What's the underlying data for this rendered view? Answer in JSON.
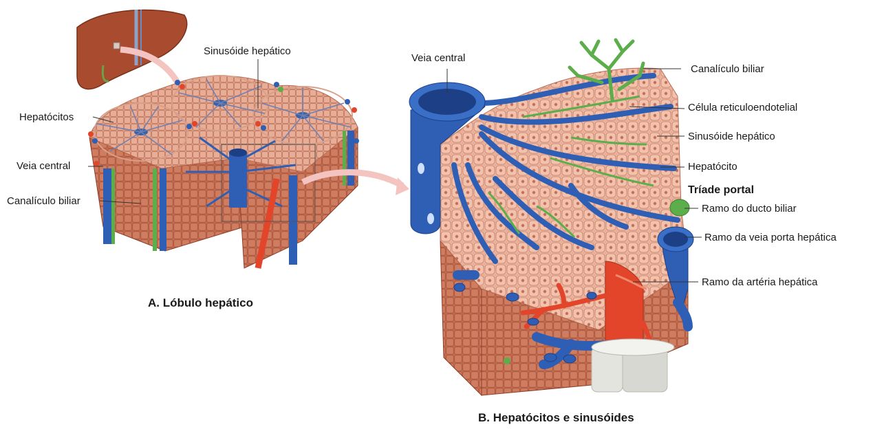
{
  "panel_a": {
    "caption": "A. Lóbulo hepático",
    "labels": {
      "sinusoide": "Sinusóide hepático",
      "hepatocitos": "Hepatócitos",
      "veia_central": "Veia central",
      "canaliculo": "Canalículo biliar"
    }
  },
  "panel_b": {
    "caption": "B. Hepatócitos e sinusóides",
    "labels": {
      "veia_central": "Veia central",
      "canaliculo": "Canalículo biliar",
      "celula_reticulo": "Célula reticuloendotelial",
      "sinusoide": "Sinusóide hepático",
      "hepatocito": "Hepatócito",
      "triade": "Tríade portal",
      "ducto_biliar": "Ramo do ducto biliar",
      "veia_porta": "Ramo da veia porta hepática",
      "arteria": "Ramo da artéria hepática"
    }
  },
  "colors": {
    "hepatocyte": "#e9a88f",
    "tissue_dark": "#b9573f",
    "vein_blue": "#2f5fb5",
    "artery_red": "#e2452a",
    "bile_green": "#5bae4a",
    "liver": "#a84b2f",
    "arrow_pink": "#f3c4c0"
  }
}
